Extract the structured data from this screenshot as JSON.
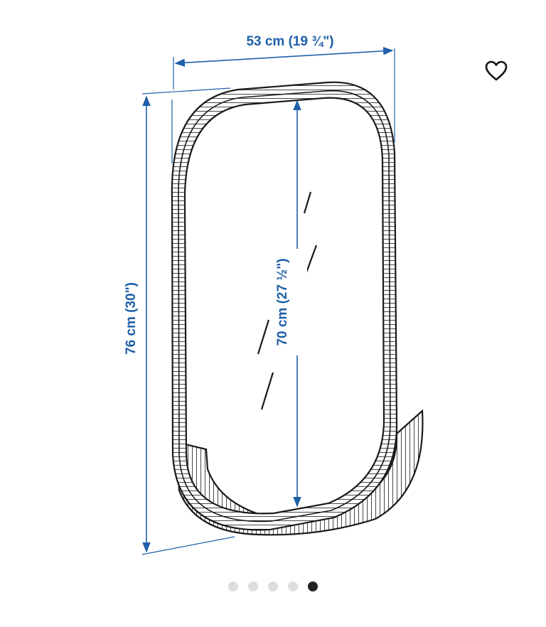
{
  "dimensions": {
    "width_label": "53 cm (19 ¾\")",
    "height_label": "76 cm (30\")",
    "glass_height_label": "70 cm (27 ½\")"
  },
  "colors": {
    "dimension": "#1f5fa8",
    "outline": "#1a1a1a",
    "dot_inactive": "#dddddd",
    "dot_active": "#222222"
  },
  "wishlist": {
    "icon": "heart-outline-icon"
  },
  "carousel": {
    "total": 5,
    "active_index": 4
  }
}
